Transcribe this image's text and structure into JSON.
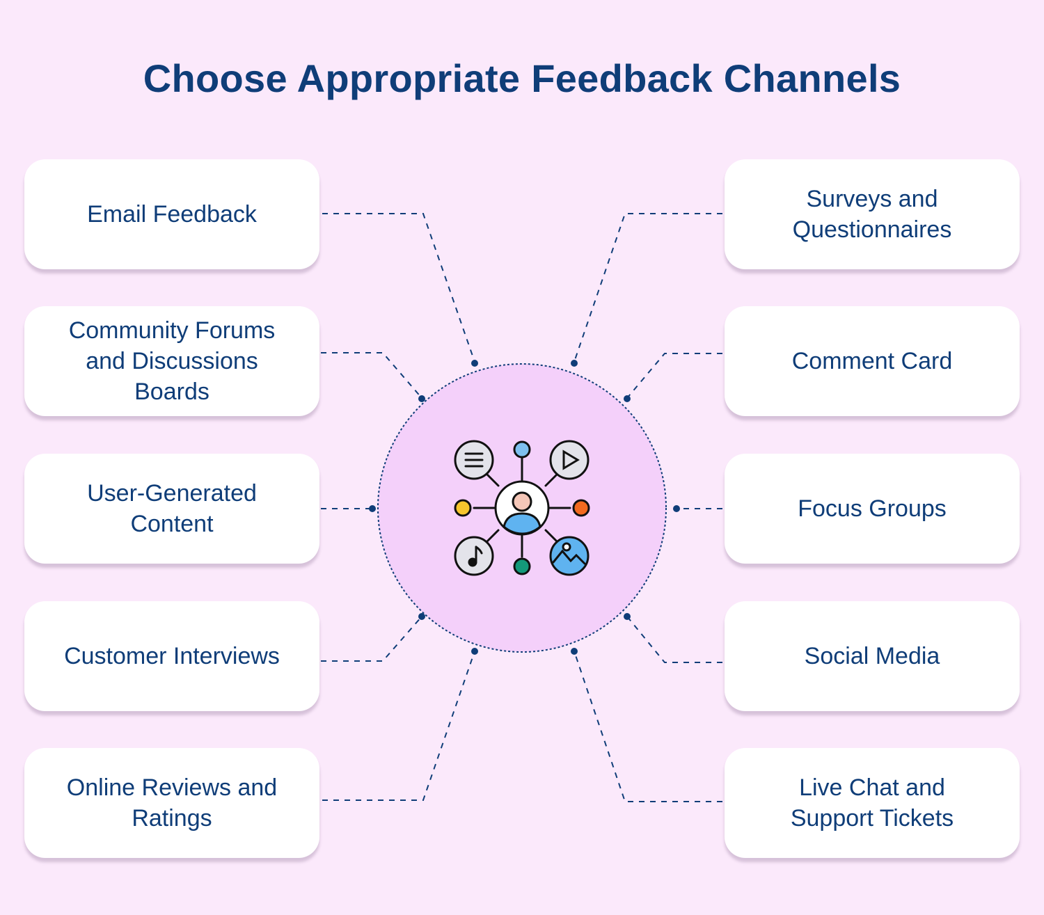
{
  "title": "Choose Appropriate Feedback Channels",
  "colors": {
    "background": "#fbe9fb",
    "title": "#0f3d78",
    "hub_fill": "#f4d0fa",
    "connector": "#0f3d78"
  },
  "hub": {
    "icon": "user-network-icon"
  },
  "channels": {
    "left": [
      "Email Feedback",
      "Community Forums\nand Discussions\nBoards",
      "User-Generated\nContent",
      "Customer Interviews",
      "Online Reviews and\nRatings"
    ],
    "right": [
      "Surveys and\nQuestionnaires",
      "Comment Card",
      "Focus Groups",
      "Social Media",
      "Live Chat and\nSupport Tickets"
    ]
  }
}
